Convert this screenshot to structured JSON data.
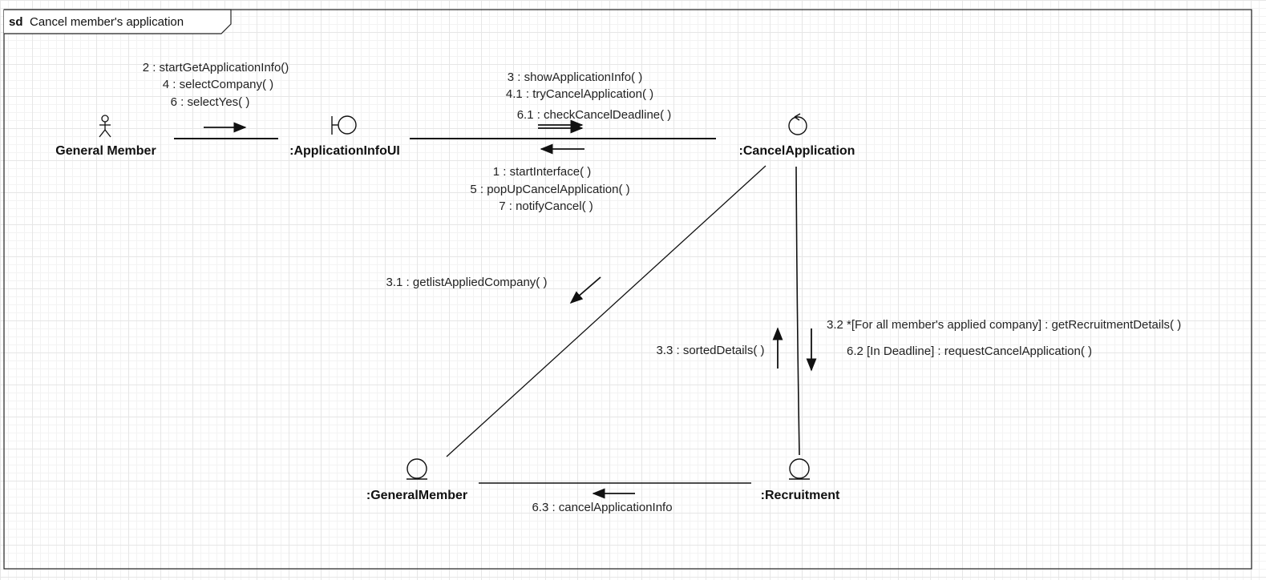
{
  "frame": {
    "keyword": "sd",
    "title": "Cancel member's application"
  },
  "participants": {
    "general_member": "General Member",
    "application_info_ui": ":ApplicationInfoUI",
    "cancel_application": ":CancelApplication",
    "general_member_entity": ":GeneralMember",
    "recruitment": ":Recruitment"
  },
  "messages": {
    "m2": "2 : startGetApplicationInfo()",
    "m4": "4 : selectCompany( )",
    "m6": "6 : selectYes( )",
    "m3": "3 : showApplicationInfo( )",
    "m41": "4.1 : tryCancelApplication( )",
    "m61": "6.1 : checkCancelDeadline( )",
    "m1": "1 : startInterface( )",
    "m5": "5 : popUpCancelApplication( )",
    "m7": "7 : notifyCancel( )",
    "m31": "3.1 : getlistAppliedCompany( )",
    "m32": "3.2 *[For all member's applied company] : getRecruitmentDetails( )",
    "m62": "6.2 [In Deadline] : requestCancelApplication( )",
    "m33": "3.3 : sortedDetails( )",
    "m63": "6.3 : cancelApplicationInfo"
  }
}
